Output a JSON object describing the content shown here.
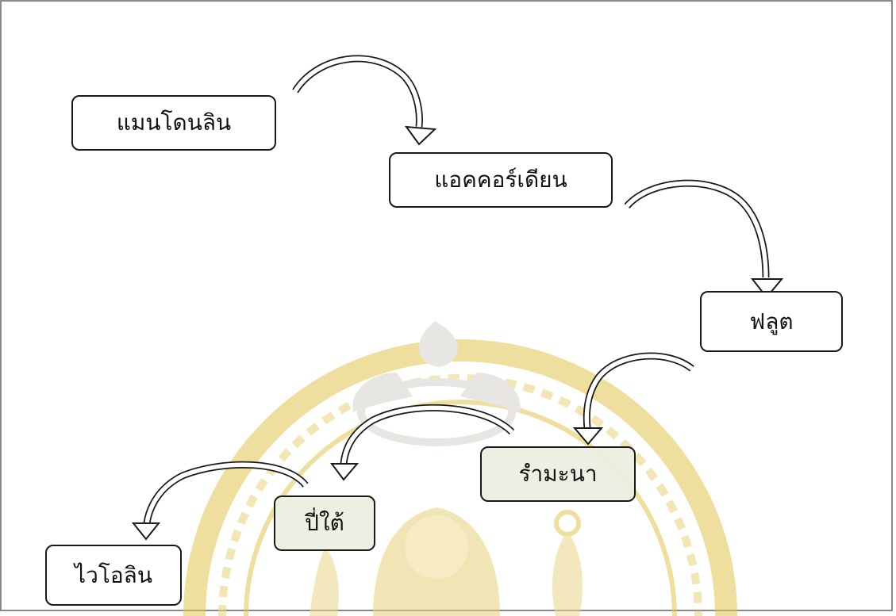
{
  "diagram": {
    "nodes": [
      {
        "id": "mandolin",
        "label": "แมนโดนลิน"
      },
      {
        "id": "accordion",
        "label": "แอคคอร์เดียน"
      },
      {
        "id": "flute",
        "label": "ฟลูต"
      },
      {
        "id": "rammana",
        "label": "รำมะนา"
      },
      {
        "id": "pi_tai",
        "label": "ปี่ใต้"
      },
      {
        "id": "violin",
        "label": "ไวโอลิน"
      }
    ],
    "edges": [
      {
        "from": "mandolin",
        "to": "accordion"
      },
      {
        "from": "accordion",
        "to": "flute"
      },
      {
        "from": "flute",
        "to": "rammana"
      },
      {
        "from": "rammana",
        "to": "pi_tai"
      },
      {
        "from": "pi_tai",
        "to": "violin"
      }
    ]
  },
  "colors": {
    "border": "#1a1a1a",
    "watermark_gold": "#e0c24a",
    "watermark_grey": "#c9c6c0"
  }
}
